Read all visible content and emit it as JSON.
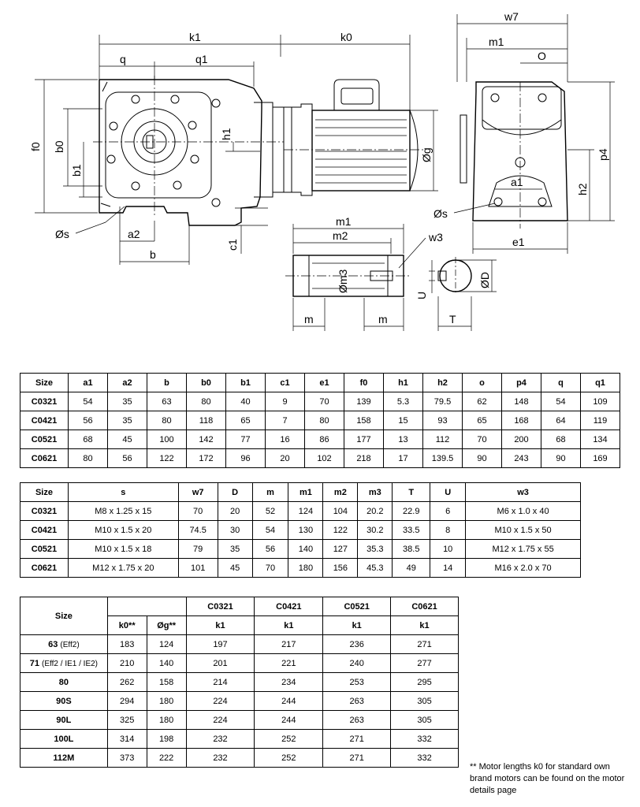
{
  "drawing": {
    "labels": {
      "k1": "k1",
      "k0": "k0",
      "q": "q",
      "q1": "q1",
      "f0": "f0",
      "b0": "b0",
      "b1": "b1",
      "h1": "h1",
      "g": "Øg",
      "s_left": "Øs",
      "a2": "a2",
      "b": "b",
      "c1": "c1",
      "w7": "w7",
      "m1_top": "m1",
      "O": "O",
      "p4": "p4",
      "h2": "h2",
      "a1": "a1",
      "s_right": "Øs",
      "e1": "e1",
      "m1_shaft": "m1",
      "m2": "m2",
      "w3": "w3",
      "m3": "Øm3",
      "m_left": "m",
      "m_right": "m",
      "D": "ØD",
      "U": "U",
      "T": "T"
    }
  },
  "table1": {
    "headers": [
      "Size",
      "a1",
      "a2",
      "b",
      "b0",
      "b1",
      "c1",
      "e1",
      "f0",
      "h1",
      "h2",
      "o",
      "p4",
      "q",
      "q1"
    ],
    "rows": [
      [
        "C0321",
        "54",
        "35",
        "63",
        "80",
        "40",
        "9",
        "70",
        "139",
        "5.3",
        "79.5",
        "62",
        "148",
        "54",
        "109"
      ],
      [
        "C0421",
        "56",
        "35",
        "80",
        "118",
        "65",
        "7",
        "80",
        "158",
        "15",
        "93",
        "65",
        "168",
        "64",
        "119"
      ],
      [
        "C0521",
        "68",
        "45",
        "100",
        "142",
        "77",
        "16",
        "86",
        "177",
        "13",
        "112",
        "70",
        "200",
        "68",
        "134"
      ],
      [
        "C0621",
        "80",
        "56",
        "122",
        "172",
        "96",
        "20",
        "102",
        "218",
        "17",
        "139.5",
        "90",
        "243",
        "90",
        "169"
      ]
    ]
  },
  "table2": {
    "headers": [
      "Size",
      "s",
      "w7",
      "D",
      "m",
      "m1",
      "m2",
      "m3",
      "T",
      "U",
      "w3"
    ],
    "rows": [
      [
        "C0321",
        "M8 x 1.25 x 15",
        "70",
        "20",
        "52",
        "124",
        "104",
        "20.2",
        "22.9",
        "6",
        "M6 x 1.0 x 40"
      ],
      [
        "C0421",
        "M10 x 1.5 x 20",
        "74.5",
        "30",
        "54",
        "130",
        "122",
        "30.2",
        "33.5",
        "8",
        "M10 x 1.5 x 50"
      ],
      [
        "C0521",
        "M10 x 1.5 x 18",
        "79",
        "35",
        "56",
        "140",
        "127",
        "35.3",
        "38.5",
        "10",
        "M12 x 1.75 x 55"
      ],
      [
        "C0621",
        "M12 x 1.75 x 20",
        "101",
        "45",
        "70",
        "180",
        "156",
        "45.3",
        "49",
        "14",
        "M16 x 2.0 x 70"
      ]
    ]
  },
  "table3": {
    "size_header": "Size",
    "group_headers": [
      "C0321",
      "C0421",
      "C0521",
      "C0621"
    ],
    "sub_headers": [
      "k0**",
      "Øg**",
      "k1",
      "k1",
      "k1",
      "k1"
    ],
    "rows": [
      {
        "motor": "63",
        "note": "(Eff2)",
        "values": [
          "183",
          "124",
          "197",
          "217",
          "236",
          "271"
        ]
      },
      {
        "motor": "71",
        "note": "(Eff2 / IE1 / IE2)",
        "values": [
          "210",
          "140",
          "201",
          "221",
          "240",
          "277"
        ]
      },
      {
        "motor": "80",
        "note": "",
        "values": [
          "262",
          "158",
          "214",
          "234",
          "253",
          "295"
        ]
      },
      {
        "motor": "90S",
        "note": "",
        "values": [
          "294",
          "180",
          "224",
          "244",
          "263",
          "305"
        ]
      },
      {
        "motor": "90L",
        "note": "",
        "values": [
          "325",
          "180",
          "224",
          "244",
          "263",
          "305"
        ]
      },
      {
        "motor": "100L",
        "note": "",
        "values": [
          "314",
          "198",
          "232",
          "252",
          "271",
          "332"
        ]
      },
      {
        "motor": "112M",
        "note": "",
        "values": [
          "373",
          "222",
          "232",
          "252",
          "271",
          "332"
        ]
      }
    ]
  },
  "footnote": "** Motor lengths k0 for standard own brand motors can be found on the motor details page"
}
